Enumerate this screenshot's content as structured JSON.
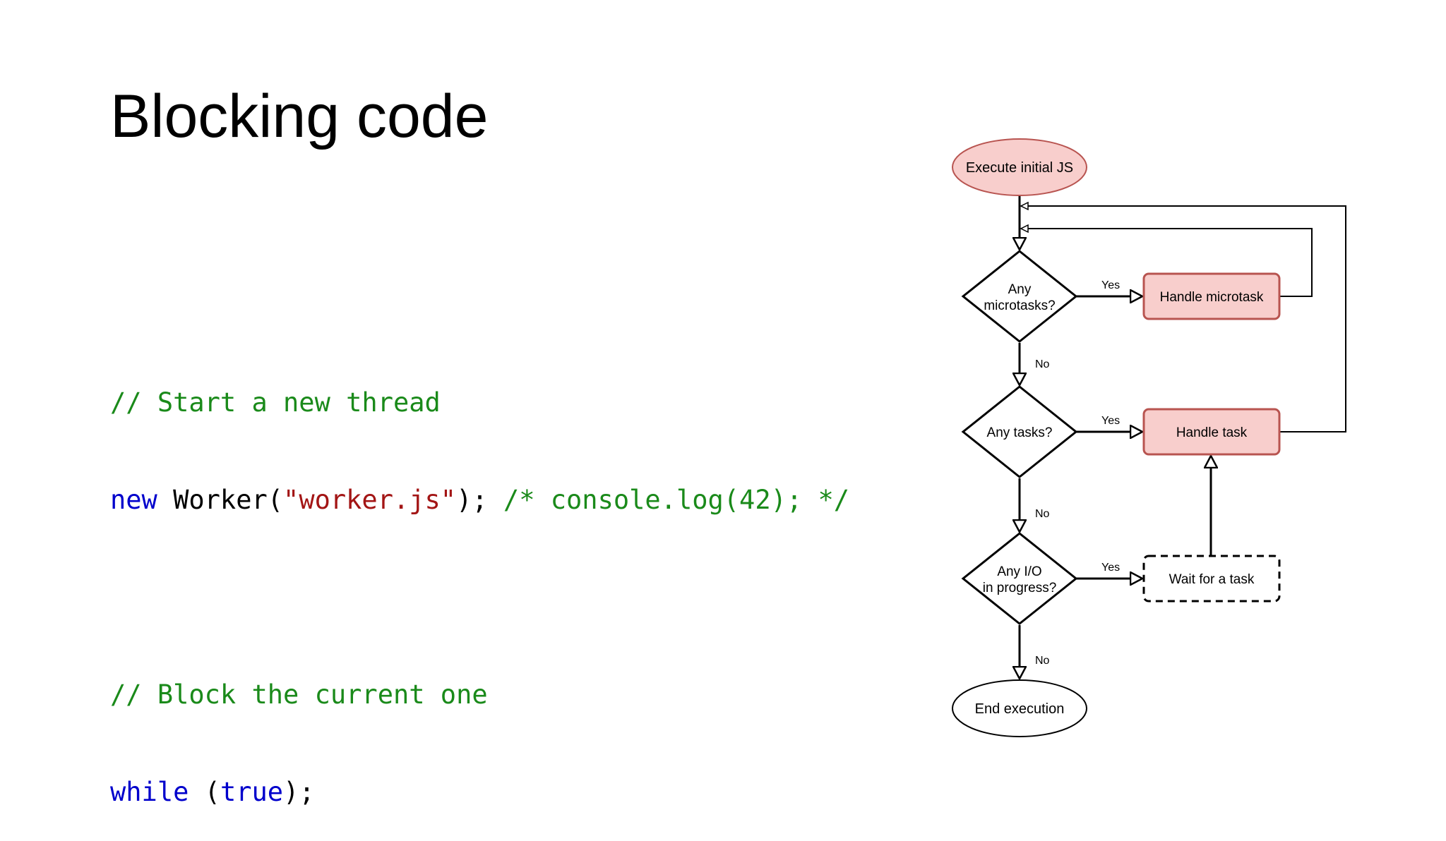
{
  "slide": {
    "title": "Blocking code"
  },
  "code": {
    "line1_comment": "// Start a new thread",
    "line2_keyword": "new",
    "line2_class": " Worker(",
    "line2_string": "\"worker.js\"",
    "line2_close": "); ",
    "line2_comment": "/* console.log(42); */",
    "line4_comment": "// Block the current one",
    "line5_keyword": "while",
    "line5_open": " (",
    "line5_value": "true",
    "line5_close": ");"
  },
  "colors": {
    "comment": "#1a8a1a",
    "keyword": "#0000cc",
    "string": "#a31515",
    "highlight_fill": "#f8cecc",
    "highlight_stroke": "#b85450"
  },
  "flowchart": {
    "start": "Execute initial JS",
    "decision_microtasks": [
      "Any",
      "microtasks?"
    ],
    "decision_tasks": "Any tasks?",
    "decision_io": [
      "Any I/O",
      "in progress?"
    ],
    "handle_microtask": "Handle microtask",
    "handle_task": "Handle task",
    "wait_task": "Wait for a task",
    "end": "End execution",
    "yes_label": "Yes",
    "no_label": "No"
  }
}
